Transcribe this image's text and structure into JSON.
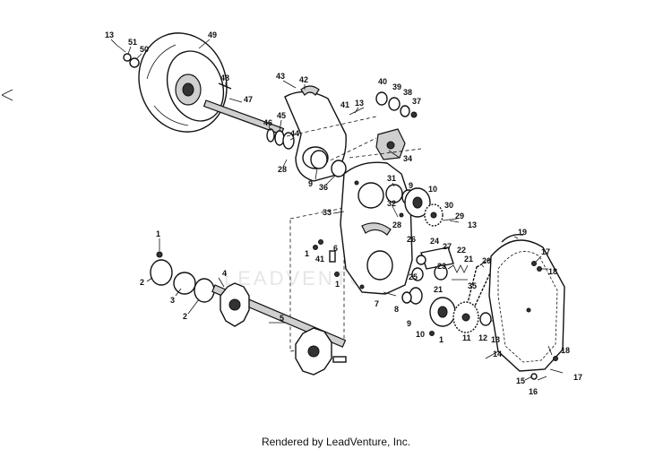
{
  "diagram": {
    "watermark": "LEADVENTURE",
    "labels": {
      "n13a": "13",
      "n51": "51",
      "n50": "50",
      "n49": "49",
      "n48": "48",
      "n47": "47",
      "n46": "46",
      "n45": "45",
      "n44": "44",
      "n43": "43",
      "n42": "42",
      "n41a": "41",
      "n13b": "13",
      "n40": "40",
      "n39": "39",
      "n38": "38",
      "n37": "37",
      "n34": "34",
      "n28a": "28",
      "n9a": "9",
      "n36": "36",
      "n31": "31",
      "n9b": "9",
      "n10a": "10",
      "n33": "33",
      "n32": "32",
      "n30": "30",
      "n28b": "28",
      "n29": "29",
      "n13c": "13",
      "n19": "19",
      "n17a": "17",
      "n18a": "18",
      "n1a": "1",
      "n1b": "1",
      "n41b": "41",
      "n6": "6",
      "n1c": "1",
      "n26": "26",
      "n24": "24",
      "n27": "27",
      "n22": "22",
      "n21a": "21",
      "n20": "20",
      "n23": "23",
      "n25": "25",
      "n35": "35",
      "n21b": "21",
      "n7": "7",
      "n8": "8",
      "n9c": "9",
      "n10b": "10",
      "n1d": "1",
      "n11": "11",
      "n12": "12",
      "n13d": "13",
      "n14": "14",
      "n2a": "2",
      "n4": "4",
      "n3": "3",
      "n2b": "2",
      "n5": "5",
      "n18b": "18",
      "n15": "15",
      "n16": "16",
      "n17b": "17",
      "n1e": "1"
    }
  },
  "footer": {
    "text": "Rendered by LeadVenture, Inc."
  }
}
